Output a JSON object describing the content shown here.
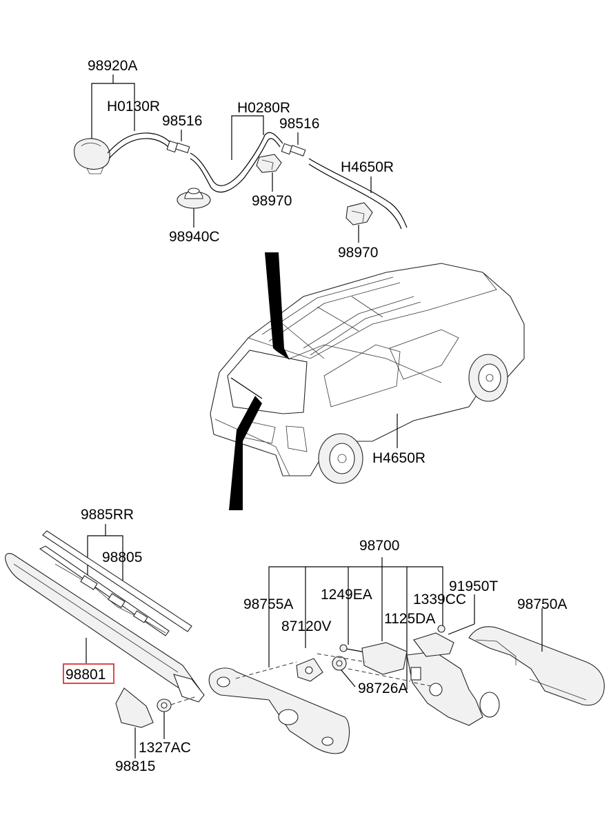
{
  "labels": {
    "l_98920A": "98920A",
    "l_H0130R": "H0130R",
    "l_98516_a": "98516",
    "l_H0280R": "H0280R",
    "l_98516_b": "98516",
    "l_H4650R_top": "H4650R",
    "l_98940C": "98940C",
    "l_98970_a": "98970",
    "l_98970_b": "98970",
    "l_H4650R_car": "H4650R",
    "l_9885RR": "9885RR",
    "l_98805": "98805",
    "l_98700": "98700",
    "l_98755A": "98755A",
    "l_1249EA": "1249EA",
    "l_1339CC": "1339CC",
    "l_91950T": "91950T",
    "l_87120V": "87120V",
    "l_1125DA": "1125DA",
    "l_98750A": "98750A",
    "l_98801": "98801",
    "l_98726A": "98726A",
    "l_1327AC": "1327AC",
    "l_98815": "98815"
  },
  "highlight": {
    "label": "98801",
    "color": "#e0322f"
  }
}
